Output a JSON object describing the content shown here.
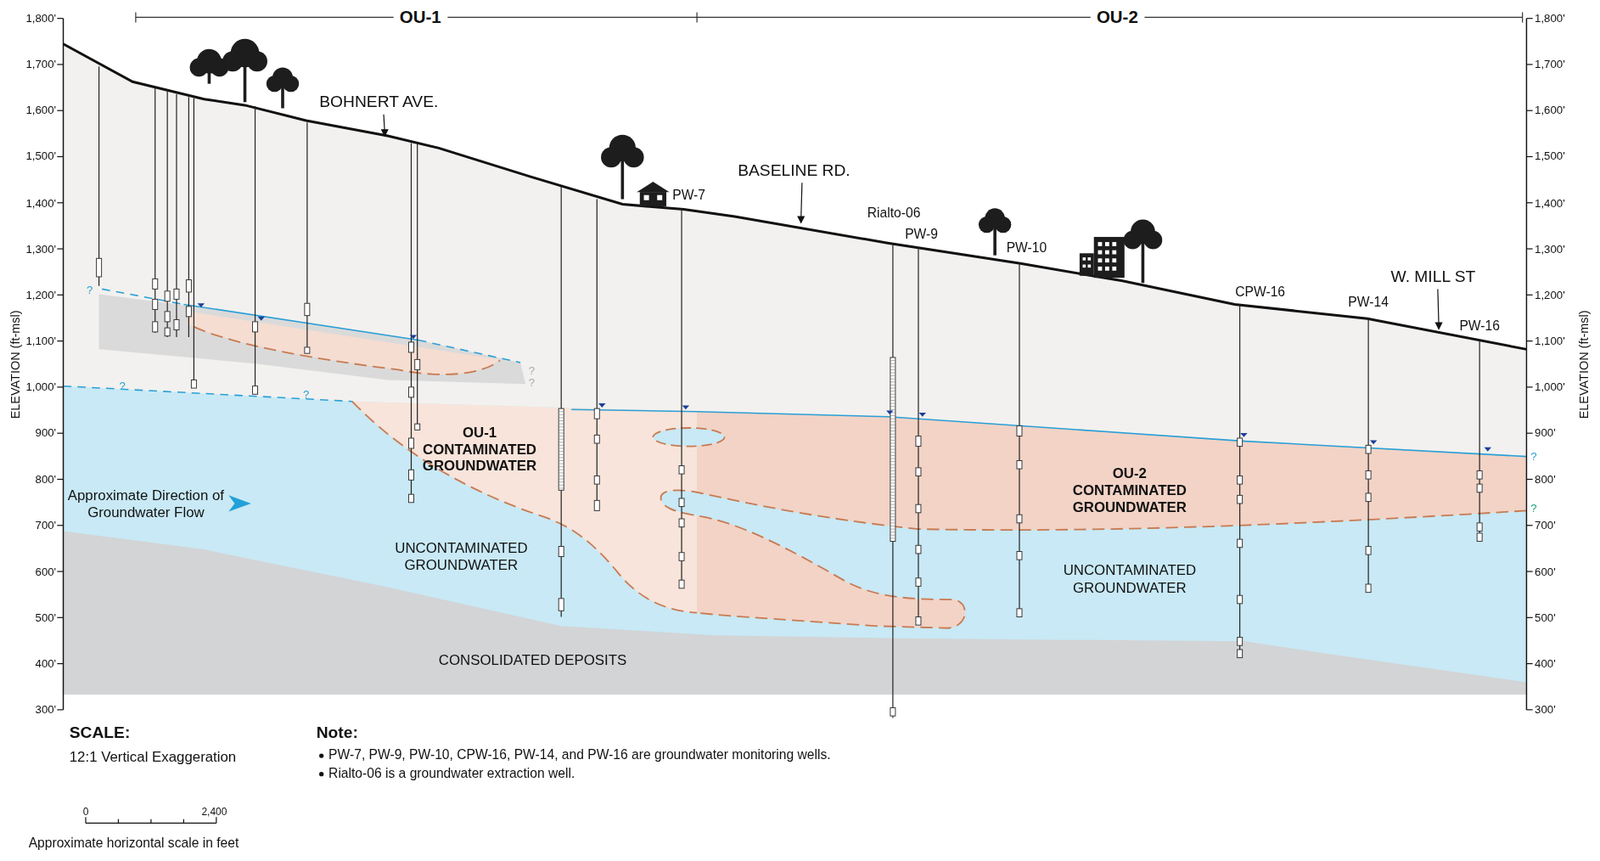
{
  "diagram": {
    "nodes": [
      {
        "text": [
          "OU-1 CONTAMINATED GROUNDWATER"
        ]
      },
      {
        "text": [
          "OU-2 CONTAMINATED GROUNDWATER"
        ]
      },
      {
        "text": [
          "UNCONTAMINATED GROUNDWATER"
        ]
      },
      {
        "text": [
          "UNCONTAMINATED GROUNDWATER"
        ]
      },
      {
        "text": [
          "CONSOLIDATED DEPOSITS"
        ]
      }
    ],
    "labels": [
      "OU-1",
      "OU-2",
      "1,800'",
      "1,700'",
      "1,600'",
      "1,500'",
      "1,400'",
      "1,300'",
      "1,200'",
      "1,100'",
      "1,000'",
      "900'",
      "800'",
      "700'",
      "600'",
      "500'",
      "400'",
      "300'",
      "1,800'",
      "1,700'",
      "1,600'",
      "1,500'",
      "1,400'",
      "1,300'",
      "1,200'",
      "1,100'",
      "1,000'",
      "900'",
      "800'",
      "700'",
      "600'",
      "500'",
      "400'",
      "300'",
      "ELEVATION (ft-msl)",
      "ELEVATION (ft-msl)",
      "BOHNERT AVE.",
      "PW-7",
      "BASELINE RD.",
      "Rialto-06",
      "PW-9",
      "PW-10",
      "CPW-16",
      "PW-14",
      "W. MILL ST",
      "PW-16",
      "Approximate Direction of Groundwater Flow",
      "?",
      "?",
      "?",
      "?",
      "?",
      "?",
      "?",
      "SCALE:",
      "12:1 Vertical Exaggeration",
      "Note:",
      "PW-7, PW-9, PW-10, CPW-16, PW-14, and PW-16 are groundwater monitoring wells.",
      "Rialto-06 is a groundwater extraction well.",
      "0",
      "2,400",
      "Approximate horizontal scale in feet"
    ]
  }
}
